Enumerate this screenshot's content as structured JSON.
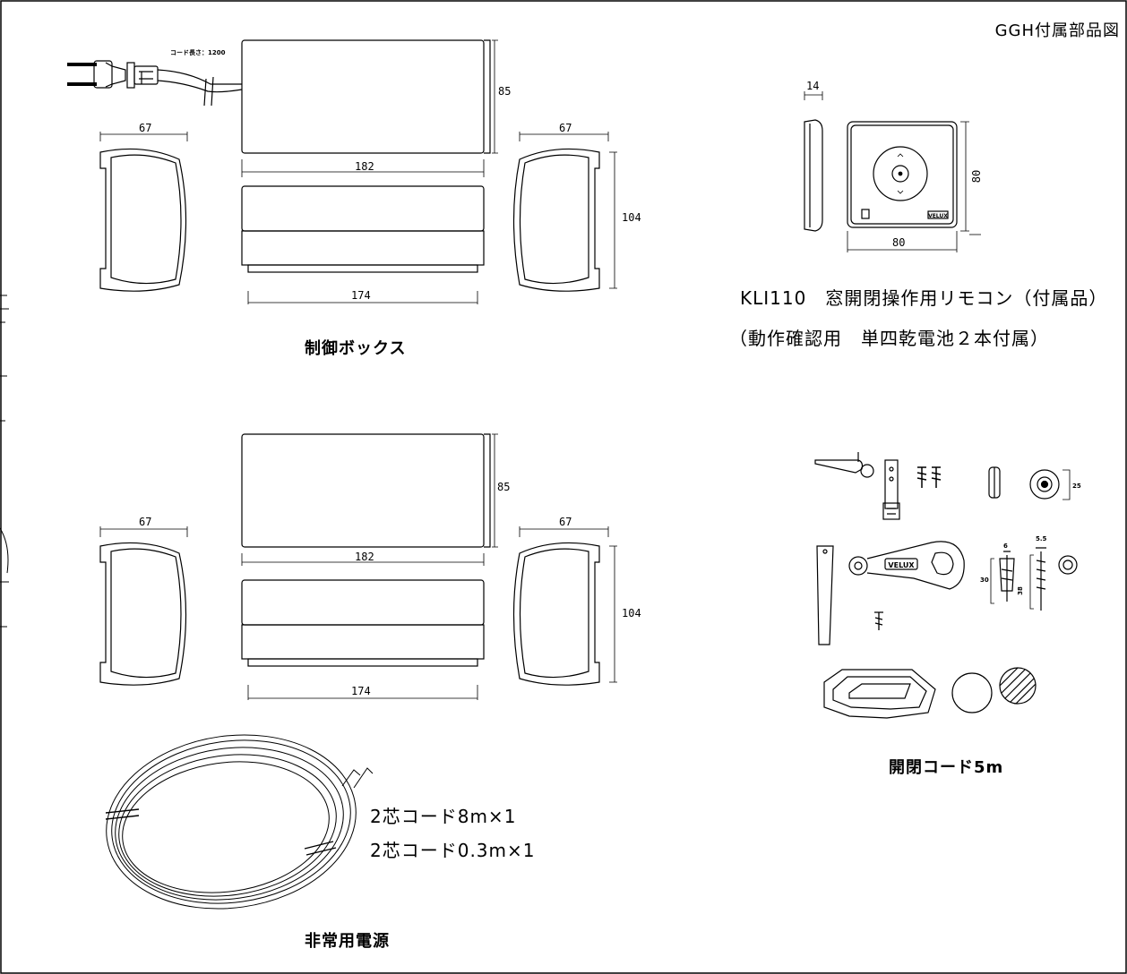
{
  "sheet_title": "GGH付属部品図",
  "control_box_top": {
    "cord_label": "コード長さ：1200",
    "dims": {
      "side_left_w": "67",
      "side_right_w": "67",
      "height_85": "85",
      "width_182": "182",
      "width_174": "174",
      "depth_104": "104"
    },
    "caption": "制御ボックス"
  },
  "emergency_box": {
    "dims": {
      "side_left_w": "67",
      "side_right_w": "67",
      "height_85": "85",
      "width_182": "182",
      "width_174": "174",
      "depth_104": "104"
    }
  },
  "remote": {
    "dims": {
      "thickness": "14",
      "height": "80",
      "width": "80"
    },
    "brand": "VELUX",
    "caption_line1": "KLI110　窓開閉操作用リモコン（付属品）",
    "caption_line2": "（動作確認用　単四乾電池２本付属）"
  },
  "cord_parts": {
    "dims": {
      "d25": "25",
      "d6": "6",
      "d5_5": "5.5",
      "d30": "30",
      "d38": "38"
    },
    "brand": "VELUX",
    "caption": "開閉コード5m"
  },
  "power_cord": {
    "line1": "2芯コード8m×1",
    "line2": "2芯コード0.3m×1",
    "caption": "非常用電源"
  },
  "colors": {
    "line": "#000000",
    "background": "#ffffff"
  }
}
